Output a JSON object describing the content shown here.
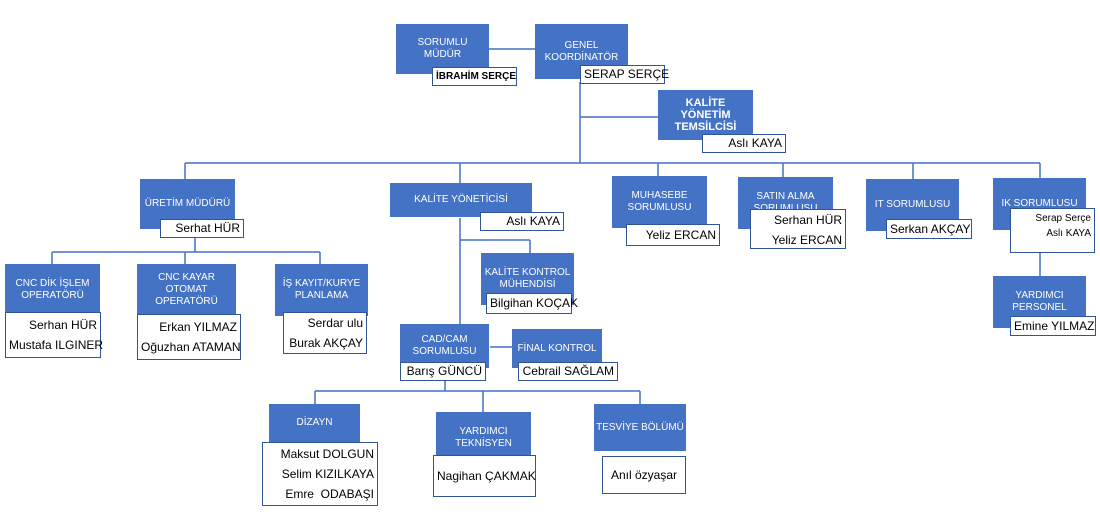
{
  "nodes": {
    "sorumlu_mudur": {
      "title": "SORUMLU MÜDÜR",
      "names": [
        "İBRAHİM SERÇE"
      ]
    },
    "genel_koordinator": {
      "title": "GENEL KOORDİNATÖR",
      "names": [
        "SERAP SERÇE"
      ]
    },
    "kalite_yonetim": {
      "title": "KALİTE YÖNETİM TEMSİLCİSİ",
      "names": [
        "Aslı KAYA"
      ]
    },
    "uretim_muduru": {
      "title": "ÜRETİM MÜDÜRÜ",
      "names": [
        "Serhat HÜR"
      ]
    },
    "kalite_yoneticisi": {
      "title": "KALİTE YÖNETİCİSİ",
      "names": [
        "Aslı KAYA"
      ]
    },
    "muhasebe": {
      "title": "MUHASEBE SORUMLUSU",
      "names": [
        "Yeliz ERCAN"
      ]
    },
    "satin_alma": {
      "title": "SATIN ALMA SORUMLUSU",
      "names": [
        "Serhan HÜR",
        "Yeliz ERCAN"
      ]
    },
    "it": {
      "title": "IT SORUMLUSU",
      "names": [
        "Serkan AKÇAY"
      ]
    },
    "ik": {
      "title": "IK SORUMLUSU",
      "names": [
        "Serap Serçe",
        "Aslı KAYA"
      ]
    },
    "yardimci_personel": {
      "title": "YARDIMCI PERSONEL",
      "names": [
        "Emine YILMAZ"
      ]
    },
    "cnc_dik": {
      "title": "CNC DİK İŞLEM OPERATÖRÜ",
      "names": [
        "Serhan HÜR",
        "Mustafa ILGINER"
      ]
    },
    "cnc_kayar": {
      "title": "CNC KAYAR OTOMAT OPERATÖRÜ",
      "names": [
        "Erkan YILMAZ",
        "Oğuzhan ATAMAN"
      ]
    },
    "is_kayit": {
      "title": "İŞ KAYIT/KURYE PLANLAMA",
      "names": [
        "Serdar ulu",
        "Burak AKÇAY"
      ]
    },
    "kalite_kontrol": {
      "title": "KALİTE KONTROL MÜHENDİSİ",
      "names": [
        "Bilgihan KOÇAK"
      ]
    },
    "cad_cam": {
      "title": "CAD/CAM SORUMLUSU",
      "names": [
        "Barış GÜNCÜ"
      ]
    },
    "final_kontrol": {
      "title": "FİNAL KONTROL",
      "names": [
        "Cebrail SAĞLAM"
      ]
    },
    "dizayn": {
      "title": "DİZAYN",
      "names": [
        "Maksut DOLGUN",
        "Selim KIZILKAYA",
        "Emre  ODABAŞI"
      ]
    },
    "yardimci_teknisyen": {
      "title": "YARDIMCI TEKNİSYEN",
      "names": [
        "Nagihan ÇAKMAK"
      ]
    },
    "tesviye": {
      "title": "TESVİYE BÖLÜMÜ",
      "names": [
        "Anıl özyaşar"
      ]
    }
  },
  "colors": {
    "box_fill": "#4472C4",
    "box_text": "#FFFFFF",
    "connector": "#4472C4",
    "name_border": "#2F5597"
  }
}
